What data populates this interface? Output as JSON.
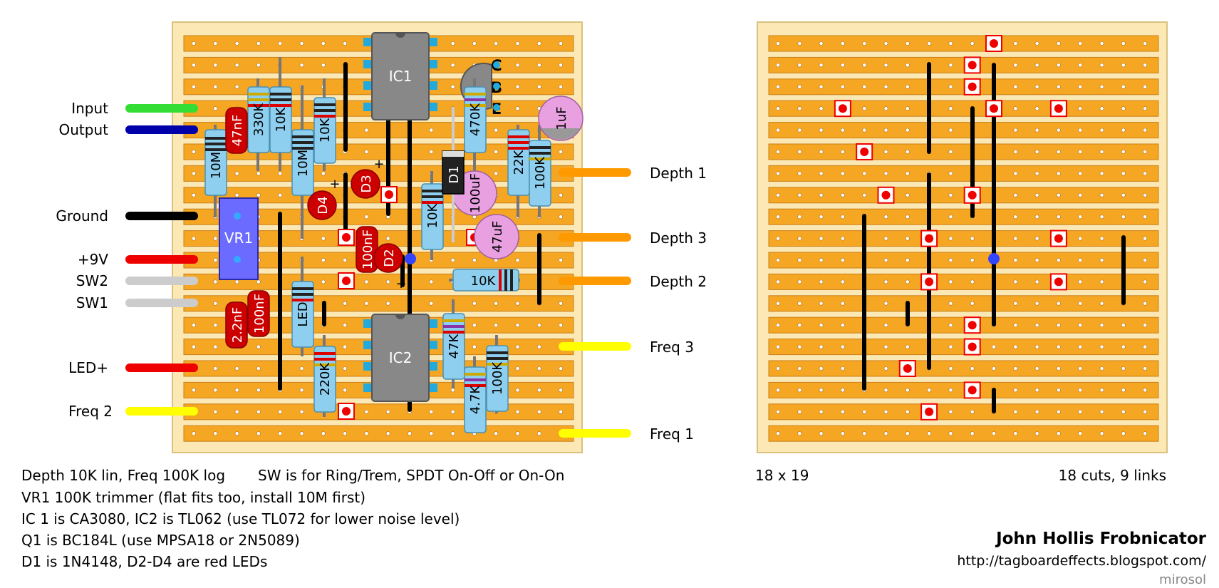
{
  "wire_labels": {
    "input": "Input",
    "output": "Output",
    "ground": "Ground",
    "plus9v": "+9V",
    "sw2": "SW2",
    "sw1": "SW1",
    "ledplus": "LED+",
    "freq2": "Freq 2",
    "depth1": "Depth 1",
    "depth3": "Depth 3",
    "depth2": "Depth 2",
    "freq3": "Freq 3",
    "freq1": "Freq 1"
  },
  "components": {
    "ic1": "IC1",
    "ic2": "IC2",
    "vr1": "VR1",
    "d1": "D1",
    "d2": "D2",
    "d3": "D3",
    "d4": "D4",
    "r_10m_a": "10M",
    "r_330k": "330K",
    "r_10k_a": "10K",
    "r_10m_b": "10M",
    "r_10k_b": "10K",
    "r_470k": "470K",
    "r_22k": "22K",
    "r_100k_a": "100K",
    "r_10k_c": "10K",
    "r_10k_d": "10K",
    "r_led": "LED",
    "r_220k": "220K",
    "r_47k": "47K",
    "r_4k7": "4.7K",
    "r_100k_b": "100K",
    "c_47nf": "47nF",
    "c_100nf_a": "100nF",
    "c_100nf_b": "100nF",
    "c_2n2": "2.2nF",
    "c_1uf": "1uF",
    "c_100uf": "100uF",
    "c_47uf": "47uF",
    "q_c": "C",
    "q_b": "B",
    "q_e": "E",
    "plus_d4": "+",
    "plus_d3": "+",
    "plus_d2": "+"
  },
  "colors": {
    "board": "#fbe8b5",
    "strip": "#f5a623",
    "resistor": "#8ecff0",
    "film_cap": "#cc0000",
    "electrolytic": "#e8a0e0",
    "ic": "#888888",
    "trimmer": "#6b6bff",
    "cut": "#ee0000",
    "link": "#000000",
    "wire_green": "#33dd33",
    "wire_blue": "#0000aa",
    "wire_black": "#000000",
    "wire_red": "#ee0000",
    "wire_gray": "#cccccc",
    "wire_yellow": "#ffff00",
    "wire_orange": "#ff9900"
  },
  "notes": {
    "line1": "Depth 10K lin, Freq 100K log",
    "line1b": "SW is for Ring/Trem, SPDT On-Off or On-On",
    "line2": "VR1 100K trimmer (flat fits too, install 10M first)",
    "line3": "IC 1 is CA3080, IC2 is TL062 (use TL072 for lower noise level)",
    "line4": "Q1 is BC184L (use MPSA18 or 2N5089)",
    "line5": "D1 is 1N4148, D2-D4 are red LEDs"
  },
  "board_info": {
    "size": "18 x 19",
    "cuts": "18 cuts, 9 links"
  },
  "credits": {
    "title": "John Hollis Frobnicator",
    "url": "http://tagboardeffects.blogspot.com/",
    "author": "mirosol"
  }
}
